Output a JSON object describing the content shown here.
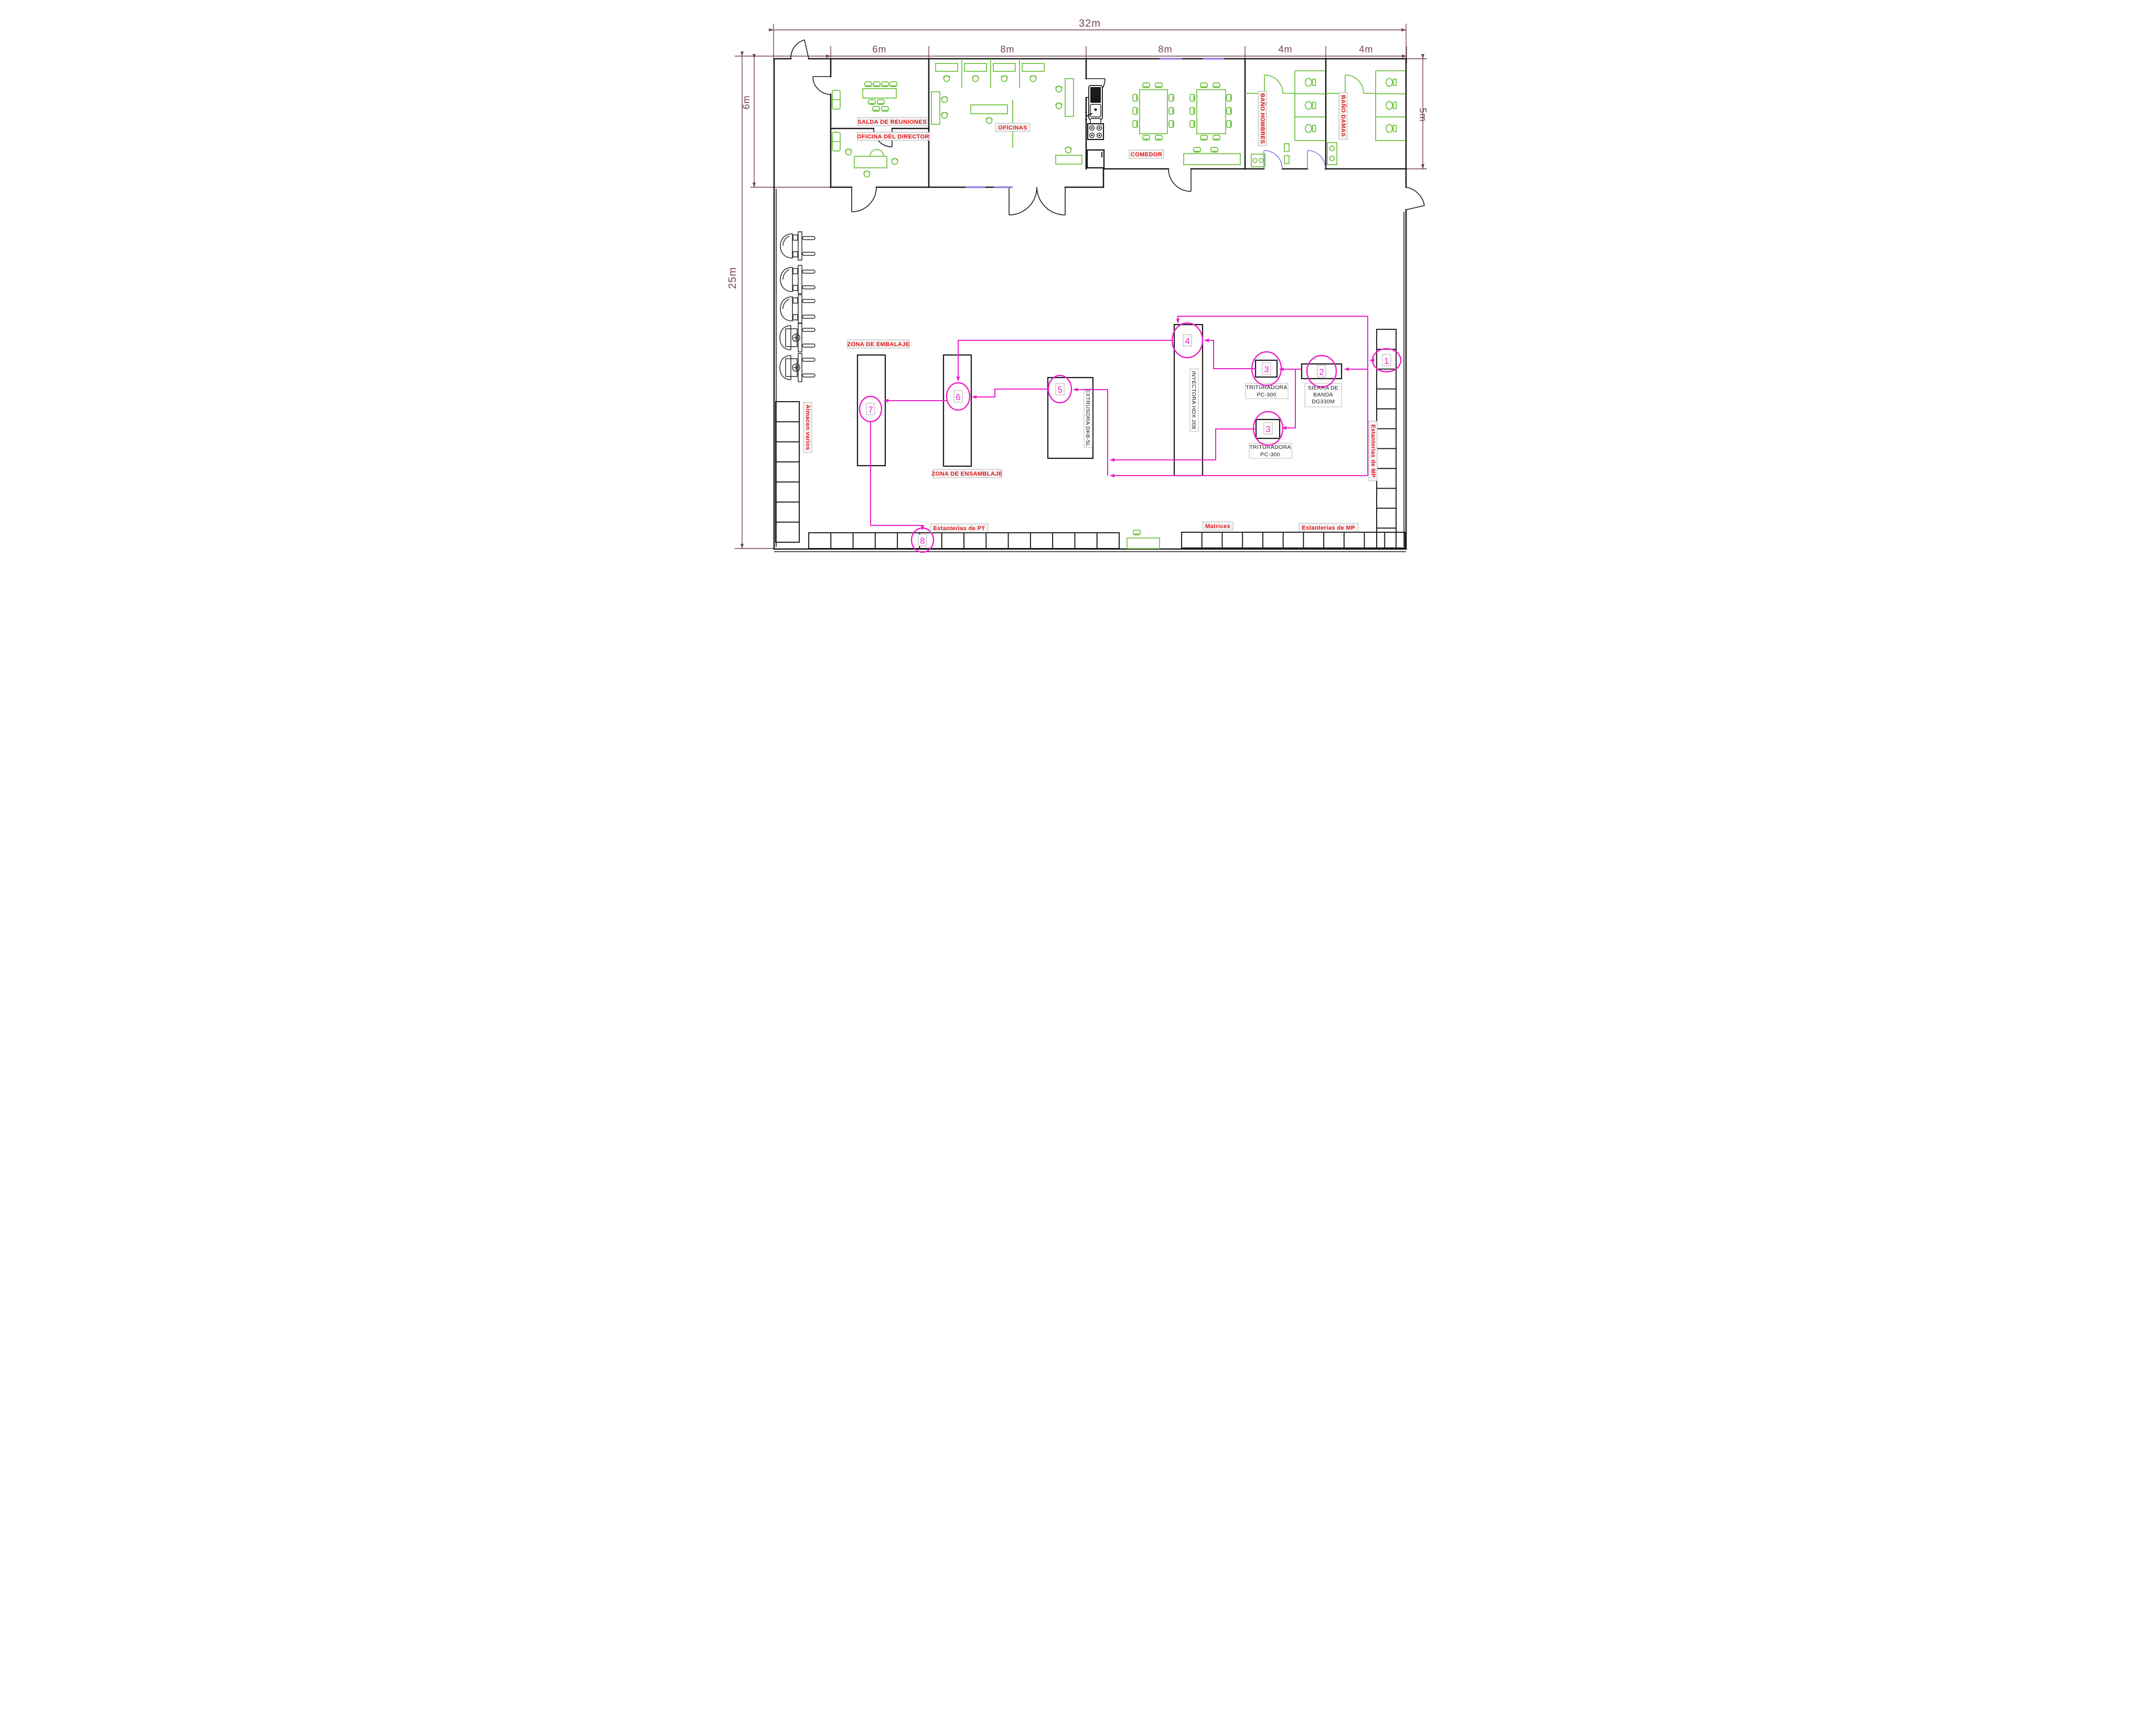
{
  "dimensions": {
    "overall_width": "32m",
    "overall_height": "25m",
    "office_depth": "6m",
    "bath_depth": "5m",
    "seg_meeting": "6m",
    "seg_offices": "8m",
    "seg_dining": "8m",
    "seg_bath_men": "4m",
    "seg_bath_women": "4m"
  },
  "rooms": {
    "meeting": "SALDA DE REUNIONES",
    "director": "OFICINA DEL DIRECTOR",
    "offices": "OFICINAS",
    "dining": "COMEDOR",
    "bath_men": "BAÑO HOMBRES",
    "bath_women": "BAÑO DAMAS"
  },
  "zones": {
    "packing": "ZONA DE EMBALAJE",
    "assembly": "ZONA DE ENSAMBLAJE",
    "misc_storage": "Almacen varios",
    "shelves_pt": "Estanterias de PT",
    "shelves_mp": "Estanterias de MP",
    "matrices": "Matrices"
  },
  "machines": {
    "injector": "INYECTORA  HDX  208",
    "extruder": "EXTRUSORA  DKB-5L",
    "crusher_top": {
      "line1": "TRITURADORA",
      "line2": "PC-300"
    },
    "crusher_bottom": {
      "line1": "TRITURADORA",
      "line2": "PC-300"
    },
    "band_saw": {
      "line1": "SIERRA  DE",
      "line2": "BANDA",
      "line3": "DG330M"
    }
  },
  "flow_nodes": {
    "n1": "1",
    "n2": "2",
    "n3a": "3",
    "n3b": "3",
    "n4": "4",
    "n5": "5",
    "n6": "6",
    "n7": "7",
    "n8": "8"
  },
  "icons": {
    "forklift": "forklift-icon",
    "toilet": "toilet-icon",
    "sink": "sink-icon",
    "stove": "stove-icon",
    "fridge": "fridge-icon",
    "chair": "chair-icon",
    "sofa": "sofa-icon",
    "door": "door-arc-icon",
    "window": "window-icon"
  },
  "colors": {
    "wall": "#1a1a1a",
    "furniture_green": "#6cc13b",
    "label_red": "#e01212",
    "flow_magenta": "#ec1fc8",
    "dimension_maroon": "#74454f",
    "window_purple": "#8d7ce0"
  }
}
